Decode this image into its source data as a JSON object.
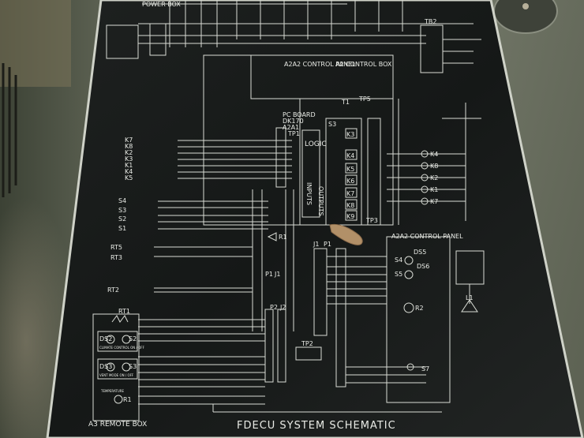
{
  "plate": {
    "title": "FDECU SYSTEM SCHEMATIC",
    "power_box": "POWER BOX",
    "control_panel_top": "A2A2 CONTROL PANEL",
    "control_box": "A2 CONTROL BOX",
    "pc_board": [
      "PC BOARD",
      "DK170",
      "A2A1"
    ],
    "tp1": "TP1",
    "tp2": "TP2",
    "tp3": "TP3",
    "tp5": "TP5",
    "tb2": "TB2",
    "t1": "T1",
    "j1": "J1",
    "p1": "P1",
    "j2": "J2",
    "p2": "P2",
    "r1": "R1",
    "rt1": "RT1",
    "rt2": "RT2",
    "rt3": "RT3",
    "rt5": "RT5",
    "logic": "LOGIC",
    "inputs": "INPUTS",
    "outputs": "OUTPUTS",
    "s3_board": "S3",
    "control_panel_right": "A2A2 CONTROL PANEL",
    "ds5": "DS5",
    "ds6": "DS6",
    "s4": "S4",
    "s5": "S5",
    "r2": "R2",
    "s7": "S7",
    "l1": "L1",
    "remote_box": "A3 REMOTE BOX",
    "ds2": "DS2",
    "ds3": "DS3",
    "s2": "S2",
    "s3_remote": "S3",
    "r1_remote": "R1",
    "climate_control": "CLIMATE CONTROL ON / OFF",
    "vent_mode": "VENT MODE ON / OFF",
    "temperature": "TEMPERATURE",
    "relays_left": [
      "K7",
      "K8",
      "K2",
      "K3",
      "K1",
      "K4",
      "K5"
    ],
    "relays_board": [
      "K3",
      "K4",
      "K5",
      "K6",
      "K7",
      "K8",
      "K9"
    ],
    "relays_right": [
      "K4",
      "K8",
      "K2",
      "K1",
      "K7"
    ],
    "switches_left": [
      "S4",
      "S3",
      "S2",
      "S1"
    ]
  }
}
